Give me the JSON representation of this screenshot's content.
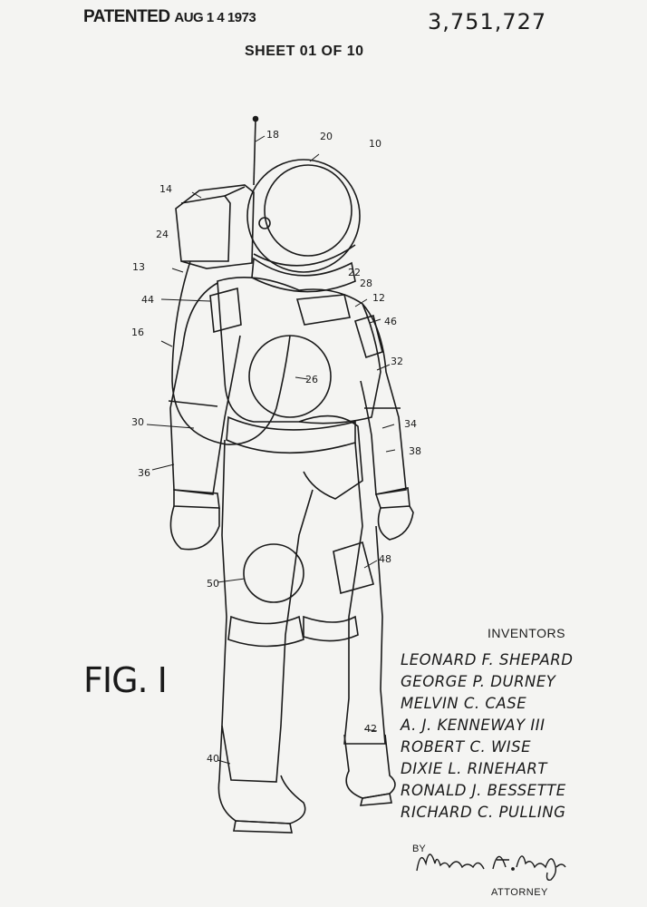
{
  "header": {
    "patented_label": "PATENTED",
    "patented_date": "AUG 1 4 1973",
    "patent_number": "3,751,727",
    "sheet_label": "SHEET 01 OF 10"
  },
  "figure_label": "FIG. I",
  "reference_numerals": [
    "18",
    "20",
    "10",
    "14",
    "24",
    "13",
    "22",
    "28",
    "12",
    "44",
    "46",
    "16",
    "32",
    "26",
    "30",
    "34",
    "38",
    "36",
    "48",
    "50",
    "42",
    "40"
  ],
  "inventors_heading": "INVENTORS",
  "inventors": [
    "LEONARD F. SHEPARD",
    "GEORGE P. DURNEY",
    "MELVIN C. CASE",
    "A. J. KENNEWAY III",
    "ROBERT C. WISE",
    "DIXIE L. RINEHART",
    "RONALD J. BESSETTE",
    "RICHARD C. PULLING"
  ],
  "by_label": "BY",
  "signature_text": "Michael A. Sileo Jr.",
  "attorney_label": "ATTORNEY"
}
